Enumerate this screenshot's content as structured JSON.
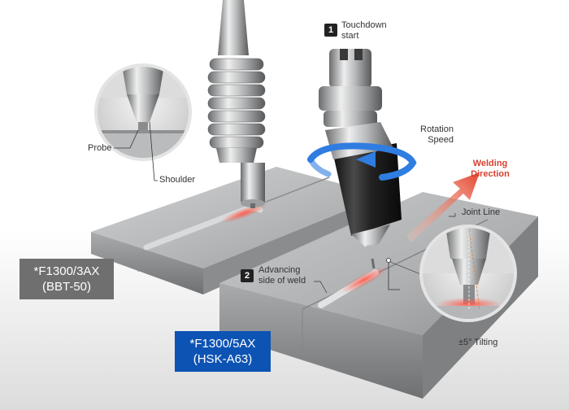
{
  "labels": {
    "touchdown_line1": "Touchdown",
    "touchdown_line2": "start",
    "touchdown_num": "1",
    "rotation_line1": "Rotation",
    "rotation_line2": "Speed",
    "welding_line1": "Welding",
    "welding_line2": "Direction",
    "joint_line": "Joint Line",
    "probe": "Probe",
    "shoulder": "Shoulder",
    "advancing_num": "2",
    "advancing_line1": "Advancing",
    "advancing_line2": "side of weld",
    "tilting": "±5° Tilting"
  },
  "badges": {
    "machine_3ax_line1": "*F1300/3AX",
    "machine_3ax_line2": "(BBT-50)",
    "machine_5ax_line1": "*F1300/5AX",
    "machine_5ax_line2": "(HSK-A63)"
  },
  "colors": {
    "accent_red": "#d8402f",
    "badge_grey": "#6f6f6f",
    "badge_blue": "#0d53b4",
    "rotation_arrow": "#2f7de0"
  },
  "icons": {
    "rotation": "curved-rotation-arrow-icon",
    "direction": "red-direction-arrow-icon"
  }
}
